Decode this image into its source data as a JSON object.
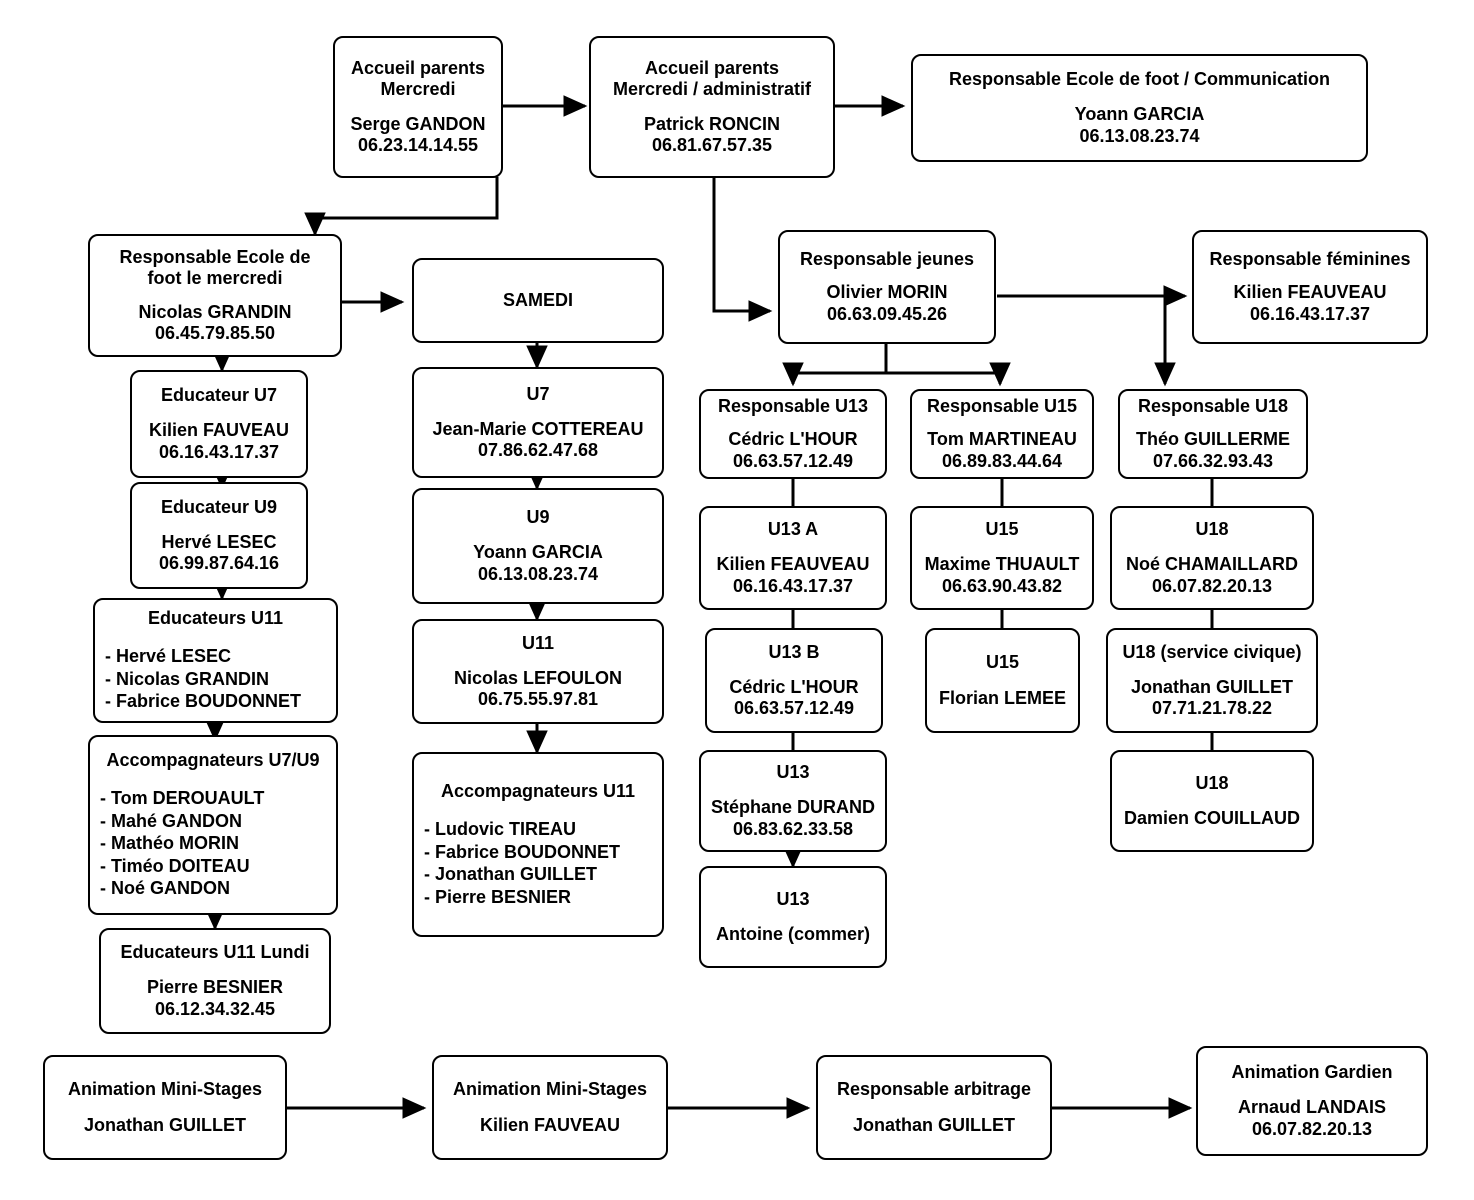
{
  "meta": {
    "diagram_type": "organizational-chart",
    "language": "fr",
    "background_color": "#ffffff",
    "line_color": "#000000",
    "box_border_color": "#000000",
    "text_color": "#000000"
  },
  "nodes": {
    "accueil_mercredi": {
      "title": "Accueil parents\nMercredi",
      "body": "Serge GANDON\n06.23.14.14.55"
    },
    "accueil_admin": {
      "title": "Accueil parents\nMercredi / administratif",
      "body": "Patrick RONCIN\n06.81.67.57.35"
    },
    "resp_ecole_communication": {
      "title": "Responsable Ecole de foot / Communication",
      "body": "Yoann GARCIA\n06.13.08.23.74"
    },
    "resp_ecole_mercredi": {
      "title": "Responsable Ecole de\nfoot le mercredi",
      "body": "Nicolas GRANDIN\n06.45.79.85.50"
    },
    "educateur_u7": {
      "title": "Educateur U7",
      "body": "Kilien FAUVEAU\n06.16.43.17.37"
    },
    "educateur_u9": {
      "title": "Educateur U9",
      "body": "Hervé LESEC\n06.99.87.64.16"
    },
    "educateurs_u11": {
      "title": "Educateurs U11",
      "list": "- Hervé LESEC\n- Nicolas GRANDIN\n- Fabrice BOUDONNET"
    },
    "accompagnateurs_u7_u9": {
      "title": "Accompagnateurs U7/U9",
      "list": "- Tom DEROUAULT\n- Mahé GANDON\n- Mathéo MORIN\n- Timéo DOITEAU\n- Noé GANDON"
    },
    "educateurs_u11_lundi": {
      "title": "Educateurs U11 Lundi",
      "body": "Pierre BESNIER\n06.12.34.32.45"
    },
    "samedi": {
      "title": "SAMEDI"
    },
    "samedi_u7": {
      "title": "U7",
      "body": "Jean-Marie COTTEREAU\n07.86.62.47.68"
    },
    "samedi_u9": {
      "title": "U9",
      "body": "Yoann GARCIA\n06.13.08.23.74"
    },
    "samedi_u11": {
      "title": "U11",
      "body": "Nicolas LEFOULON\n06.75.55.97.81"
    },
    "accompagnateurs_u11": {
      "title": "Accompagnateurs U11",
      "list": "- Ludovic TIREAU\n- Fabrice BOUDONNET\n- Jonathan GUILLET\n- Pierre BESNIER"
    },
    "resp_jeunes": {
      "title": "Responsable jeunes",
      "body": "Olivier MORIN\n06.63.09.45.26"
    },
    "resp_feminines": {
      "title": "Responsable féminines",
      "body": "Kilien FEAUVEAU\n06.16.43.17.37"
    },
    "resp_u13": {
      "title": "Responsable U13",
      "body": "Cédric L'HOUR\n06.63.57.12.49"
    },
    "resp_u15": {
      "title": "Responsable U15",
      "body": "Tom MARTINEAU\n06.89.83.44.64"
    },
    "resp_u18": {
      "title": "Responsable U18",
      "body": "Théo GUILLERME\n07.66.32.93.43"
    },
    "u13_a": {
      "title": "U13 A",
      "body": "Kilien FEAUVEAU\n06.16.43.17.37"
    },
    "u13_b": {
      "title": "U13 B",
      "body": "Cédric L'HOUR\n06.63.57.12.49"
    },
    "u13_durand": {
      "title": "U13",
      "body": "Stéphane DURAND\n06.83.62.33.58"
    },
    "u13_antoine": {
      "title": "U13",
      "body": "Antoine (commer)"
    },
    "u15_thuault": {
      "title": "U15",
      "body": "Maxime THUAULT\n06.63.90.43.82"
    },
    "u15_lemee": {
      "title": "U15",
      "body": "Florian LEMEE"
    },
    "u18_chamaillard": {
      "title": "U18",
      "body": "Noé CHAMAILLARD\n06.07.82.20.13"
    },
    "u18_service_civique": {
      "title": "U18 (service civique)",
      "body": "Jonathan GUILLET\n07.71.21.78.22"
    },
    "u18_couillaud": {
      "title": "U18",
      "body": "Damien COUILLAUD"
    },
    "anim_mini_stages_guillet": {
      "title": "Animation Mini-Stages",
      "body": "Jonathan GUILLET"
    },
    "anim_mini_stages_fauveau": {
      "title": "Animation Mini-Stages",
      "body": "Kilien FAUVEAU"
    },
    "resp_arbitrage": {
      "title": "Responsable arbitrage",
      "body": "Jonathan GUILLET"
    },
    "anim_gardien": {
      "title": "Animation Gardien",
      "body": "Arnaud LANDAIS\n06.07.82.20.13"
    }
  }
}
